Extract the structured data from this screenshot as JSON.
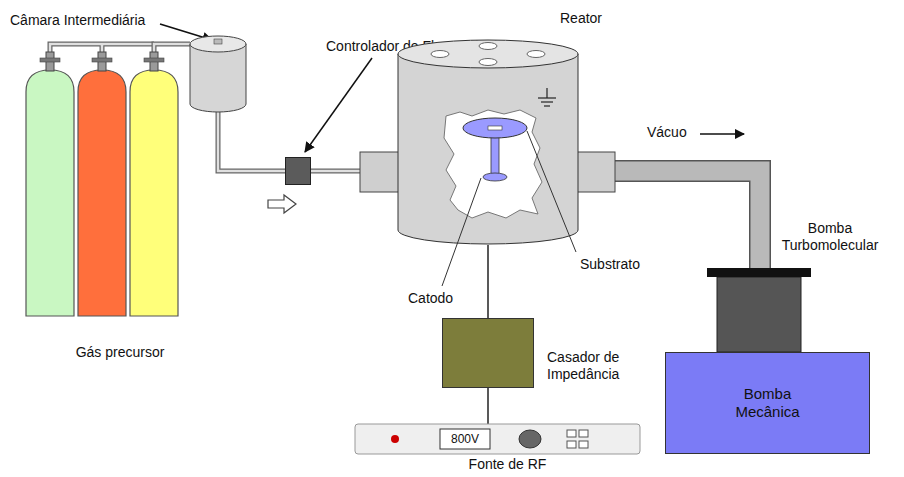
{
  "diagram": {
    "nodes": [
      {
        "text": [
          "Gás precursor"
        ]
      },
      {
        "text": [
          "Câmara Intermediária"
        ]
      },
      {
        "text": [
          "Controlador de Fluxo Mássico"
        ]
      },
      {
        "text": [
          "Reator"
        ]
      },
      {
        "text": [
          "Casador de Impedância"
        ]
      },
      {
        "text": [
          "800V",
          "Fonte de RF"
        ]
      },
      {
        "text": [
          "Bomba Turbomolecular"
        ]
      },
      {
        "text": [
          "Bomba Mecânica"
        ]
      }
    ],
    "edges": [
      {
        "from": 0,
        "to": 1,
        "arrow": "none"
      },
      {
        "from": 1,
        "to": 2,
        "arrow": "none"
      },
      {
        "from": 2,
        "to": 3,
        "arrow": "none"
      },
      {
        "from": 3,
        "to": 6,
        "label": "Vácuo",
        "arrow": "none"
      },
      {
        "from": 3,
        "to": 4,
        "arrow": "none"
      },
      {
        "from": 4,
        "to": 5,
        "arrow": "none"
      }
    ],
    "labels": [
      "Substrato",
      "Catodo"
    ]
  }
}
